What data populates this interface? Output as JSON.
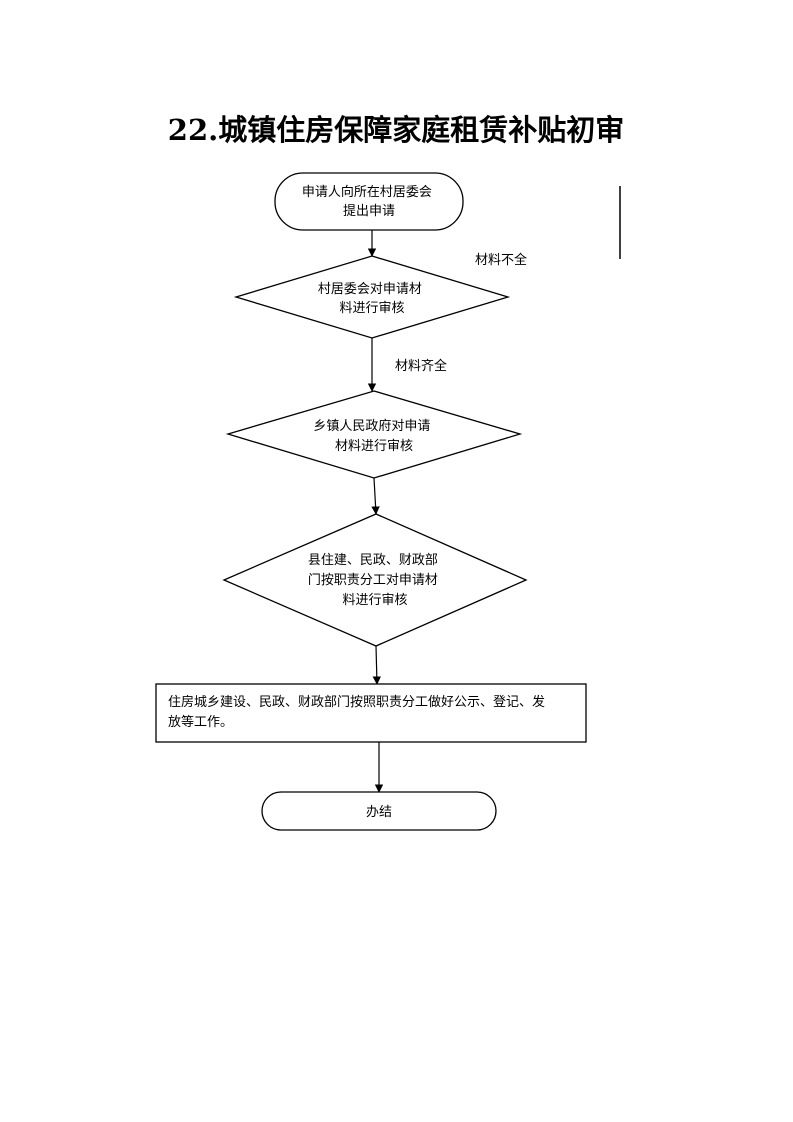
{
  "title": "22.城镇住房保障家庭租赁补贴初审",
  "nodes": {
    "start": [
      "申请人向所在村居委会",
      "提出申请"
    ],
    "review1": [
      "村居委会对申请材",
      "料进行审核"
    ],
    "review2": [
      "乡镇人民政府对申请",
      "材料进行审核"
    ],
    "review3": [
      "县住建、民政、财政部",
      "门按职责分工对申请材",
      "料进行审核"
    ],
    "process": [
      "住房城乡建设、民政、财政部门按照职责分工做好公示、登记、发",
      "放等工作。"
    ],
    "end": [
      "办结"
    ]
  },
  "edges": {
    "incomplete": "材料不全",
    "complete": "材料齐全"
  }
}
